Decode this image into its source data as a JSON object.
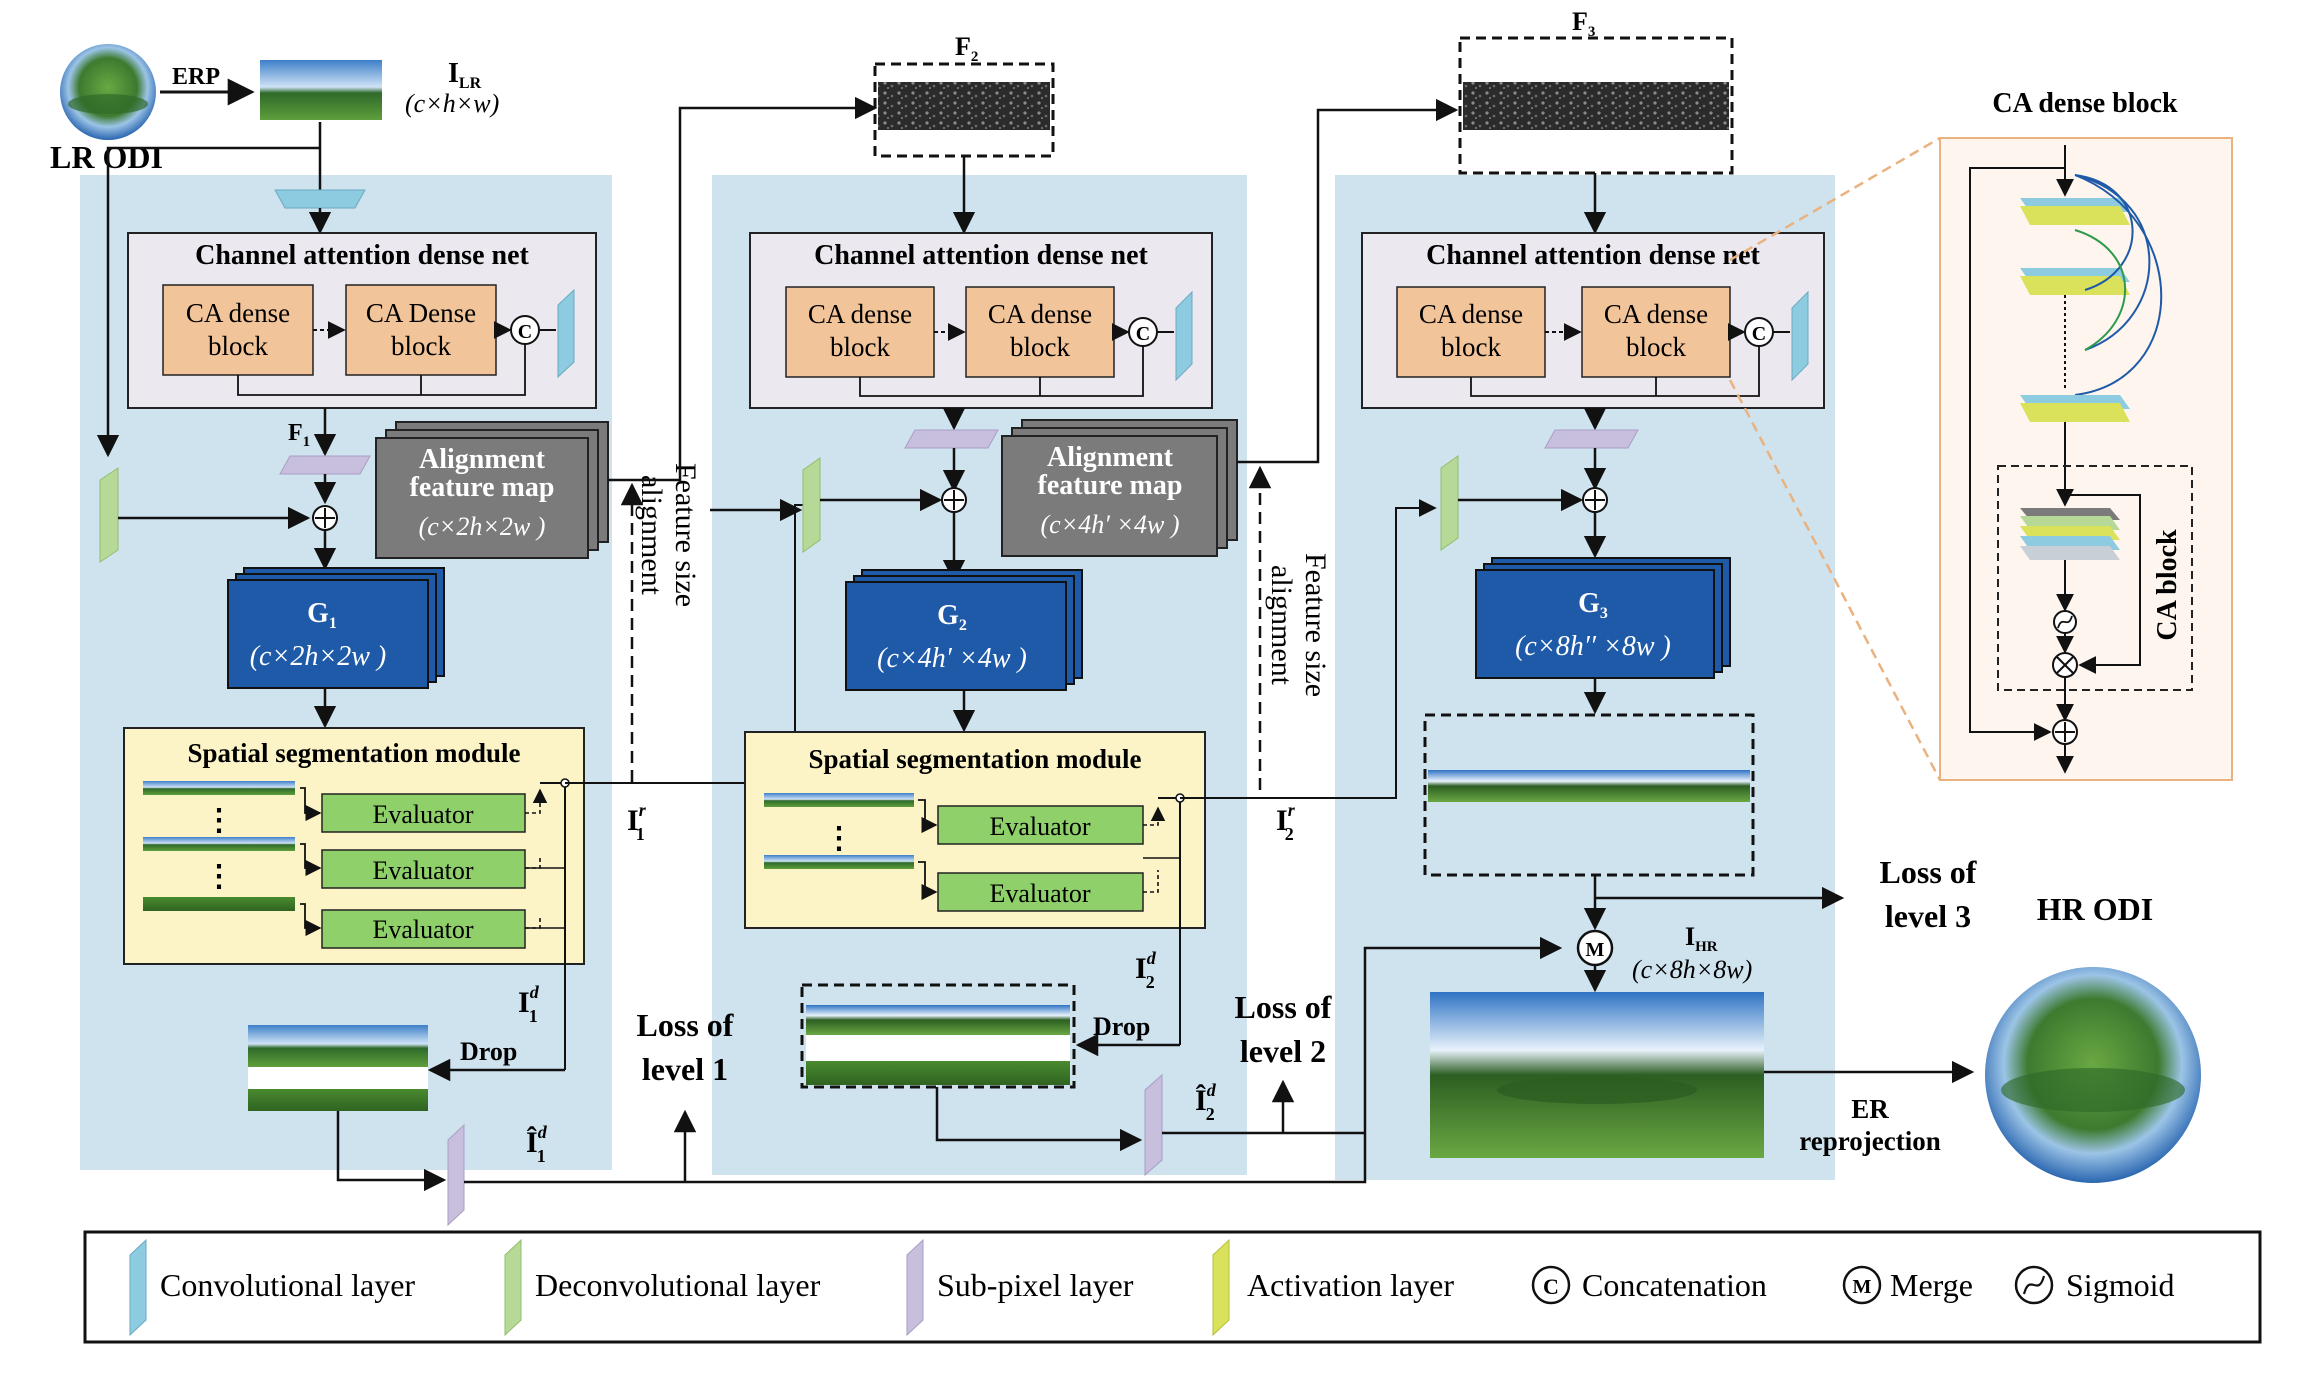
{
  "colors": {
    "stage_bg": "#cfe3ef",
    "net_box_bg": "#ece8f0",
    "ca_block": "#f2c49a",
    "align_gray": "#7b7b7b",
    "g_blue": "#1f5aa8",
    "ssm_bg": "#fcf3c6",
    "evaluator": "#8fd06a",
    "conv": "#8dcbe0",
    "deconv": "#b7d997",
    "subpixel": "#c7bfdc",
    "activation": "#d9e25a",
    "ca_panel_bg": "#fdf5ee",
    "dash_orange": "#e9b27f"
  },
  "inputs": {
    "erp_label": "ERP",
    "lr_odi_label": "LR ODI",
    "ilr_main": "I",
    "ilr_sub": "LR",
    "ilr_dims": "(c×h×w)"
  },
  "level1": {
    "net_title": "Channel attention dense net",
    "ca_block_1": [
      "CA dense",
      "block"
    ],
    "ca_block_2": [
      "CA Dense",
      "block"
    ],
    "concat_symbol": "C",
    "f_main": "F",
    "f_sub": "1",
    "align_lines": [
      "Alignment",
      "feature map"
    ],
    "align_dims": "(c×2h×2w  )",
    "g_main": "G",
    "g_sub": "1",
    "g_dims": "(c×2h×2w  )",
    "ssm_title": "Spatial segmentation module",
    "evaluators": [
      "Evaluator",
      "Evaluator",
      "Evaluator"
    ],
    "id_main": "I",
    "id_sub": "1",
    "id_sup": "d",
    "drop_label": "Drop",
    "idhat_main": "Î",
    "idhat_sub": "1",
    "idhat_sup": "d",
    "ir_main": "I",
    "ir_sub": "1",
    "ir_sup": "r",
    "loss_lines": [
      "Loss of",
      "level 1"
    ],
    "fsa_lines": [
      "Feature size",
      "alignment"
    ]
  },
  "level2": {
    "f_main": "F",
    "f_sub": "2",
    "net_title": "Channel attention dense net",
    "ca_block_1": [
      "CA dense",
      "block"
    ],
    "ca_block_2": [
      "CA dense",
      "block"
    ],
    "concat_symbol": "C",
    "align_lines": [
      "Alignment",
      "feature map"
    ],
    "align_dims": "(c×4h′ ×4w  )",
    "g_main": "G",
    "g_sub": "2",
    "g_dims": "(c×4h′ ×4w  )",
    "ssm_title": "Spatial segmentation module",
    "evaluators": [
      "Evaluator",
      "Evaluator"
    ],
    "id_main": "I",
    "id_sub": "2",
    "id_sup": "d",
    "drop_label": "Drop",
    "idhat_main": "Î",
    "idhat_sub": "2",
    "idhat_sup": "d",
    "ir_main": "I",
    "ir_sub": "2",
    "ir_sup": "r",
    "loss_lines": [
      "Loss of",
      "level 2"
    ],
    "fsa_lines": [
      "Feature size",
      "alignment"
    ]
  },
  "level3": {
    "f_main": "F",
    "f_sub": "3",
    "net_title": "Channel attention dense net",
    "ca_block_1": [
      "CA dense",
      "block"
    ],
    "ca_block_2": [
      "CA dense",
      "block"
    ],
    "concat_symbol": "C",
    "g_main": "G",
    "g_sub": "3",
    "g_dims": "(c×8h′′ ×8w  )",
    "merge_symbol": "M",
    "ihr_main": "I",
    "ihr_sub": "HR",
    "ihr_dims": "(c×8h×8w)",
    "loss_lines": [
      "Loss of",
      "level 3"
    ],
    "er_lines": [
      "ER",
      "reprojection"
    ],
    "hr_odi_label": "HR ODI"
  },
  "ca_panel": {
    "title": "CA dense block",
    "ca_block_label": "CA block"
  },
  "legend": {
    "items": [
      {
        "icon": "conv-layer-icon",
        "label": "Convolutional layer"
      },
      {
        "icon": "deconv-layer-icon",
        "label": "Deconvolutional layer"
      },
      {
        "icon": "subpixel-layer-icon",
        "label": "Sub-pixel  layer"
      },
      {
        "icon": "activation-layer-icon",
        "label": "Activation  layer"
      },
      {
        "icon": "concatenation-icon",
        "label": "Concatenation",
        "symbol": "C"
      },
      {
        "icon": "merge-icon",
        "label": "Merge",
        "symbol": "M"
      },
      {
        "icon": "sigmoid-icon",
        "label": "Sigmoid"
      }
    ]
  }
}
